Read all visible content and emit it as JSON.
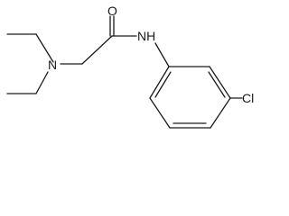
{
  "molecule": {
    "atoms": {
      "oxygen": "O",
      "amide_nitrogen": "NH",
      "amine_nitrogen": "N",
      "chlorine": "Cl"
    }
  }
}
